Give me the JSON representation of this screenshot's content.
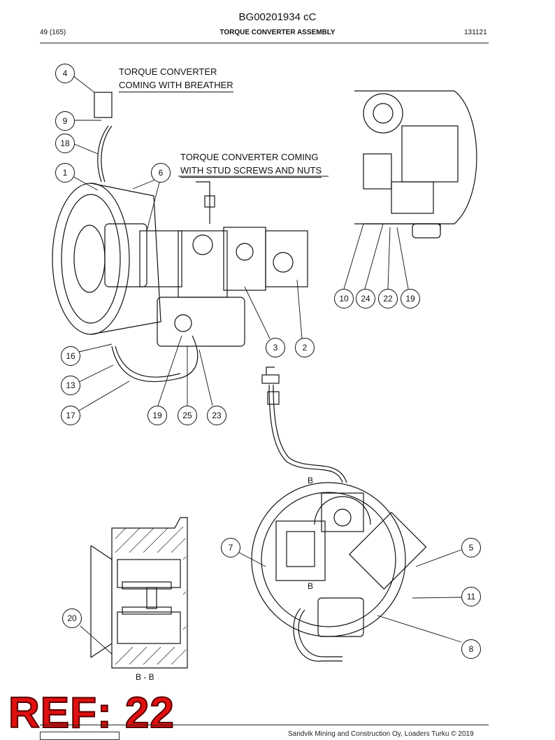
{
  "header": {
    "doc_id": "BG00201934 cC",
    "page": "49 (165)",
    "title": "TORQUE CONVERTER ASSEMBLY",
    "date_code": "131121"
  },
  "notes": {
    "breather_line1": "TORQUE CONVERTER",
    "breather_line2": "COMING WITH BREATHER",
    "stud_line1": "TORQUE CONVERTER COMING",
    "stud_line2": "WITH STUD SCREWS AND NUTS"
  },
  "callouts": [
    "4",
    "9",
    "18",
    "1",
    "6",
    "3",
    "2",
    "16",
    "13",
    "17",
    "19",
    "25",
    "23",
    "10",
    "24",
    "22",
    "19",
    "7",
    "5",
    "11",
    "8",
    "20"
  ],
  "section": {
    "marker_top": "B",
    "marker_bottom": "B",
    "view_label": "B - B"
  },
  "ref_stamp": "REF: 22",
  "footer": {
    "copyright": "Sandvik Mining and Construction Oy, Loaders Turku © 2019"
  }
}
